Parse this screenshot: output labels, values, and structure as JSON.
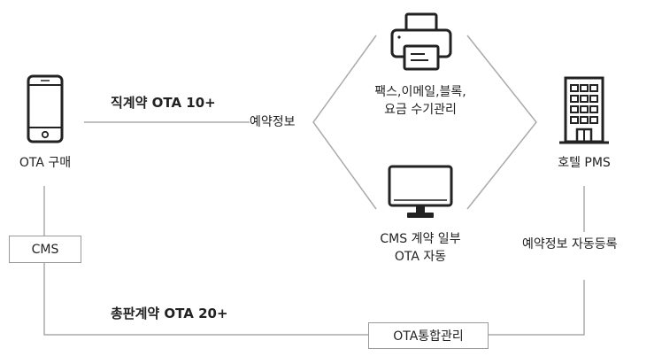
{
  "labels": {
    "ota_purchase": "OTA 구매",
    "direct_contract": "직계약 OTA 10+",
    "reservation_info": "예약정보",
    "fax_line1": "팩스,이메일,블록,",
    "fax_line2": "요금 수기관리",
    "hotel_pms": "호텔 PMS",
    "cms_partial_line1": "CMS 계약 일부",
    "cms_partial_line2": "OTA 자동",
    "auto_register": "예약정보 자동등록",
    "cms": "CMS",
    "wholesale_contract": "총판계약 OTA 20+",
    "ota_integration": "OTA통합관리"
  },
  "icons": [
    "smartphone-icon",
    "printer-icon",
    "monitor-icon",
    "hotel-building-icon"
  ],
  "colors": {
    "icon": "#222222",
    "line": "#aaaaaa",
    "box_border": "#999999"
  }
}
